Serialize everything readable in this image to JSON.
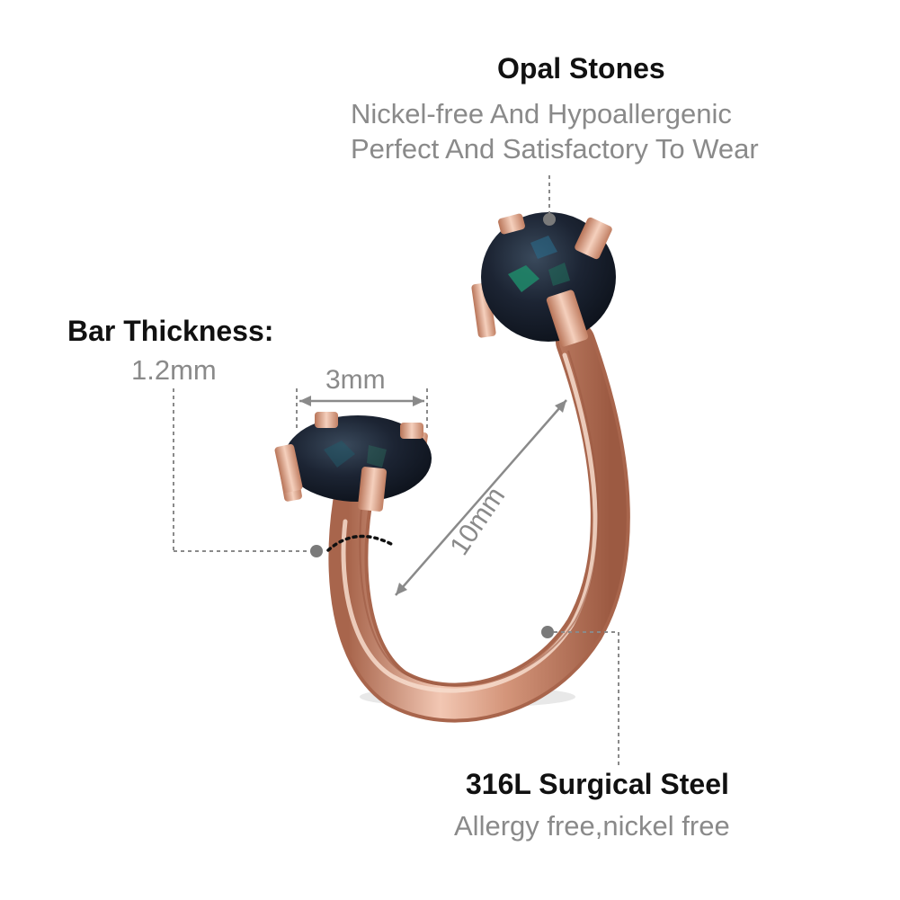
{
  "callouts": {
    "opal_stones": {
      "title": "Opal Stones",
      "line1": "Nickel-free And Hypoallergenic",
      "line2": "Perfect And Satisfactory To Wear"
    },
    "bar_thickness": {
      "title": "Bar Thickness:",
      "value": "1.2mm"
    },
    "surgical_steel": {
      "title": "316L Surgical Steel",
      "subtitle": "Allergy free,nickel free"
    }
  },
  "dimensions": {
    "stone_width": "3mm",
    "bar_length": "10mm"
  },
  "colors": {
    "rose_gold": "#d4957a",
    "rose_gold_dark": "#a8654c",
    "rose_gold_light": "#f2c7b3",
    "opal_dark": "#1c2433",
    "opal_green": "#1f8a6a",
    "annotation_gray": "#8a8a8a",
    "title_text": "#111111"
  }
}
